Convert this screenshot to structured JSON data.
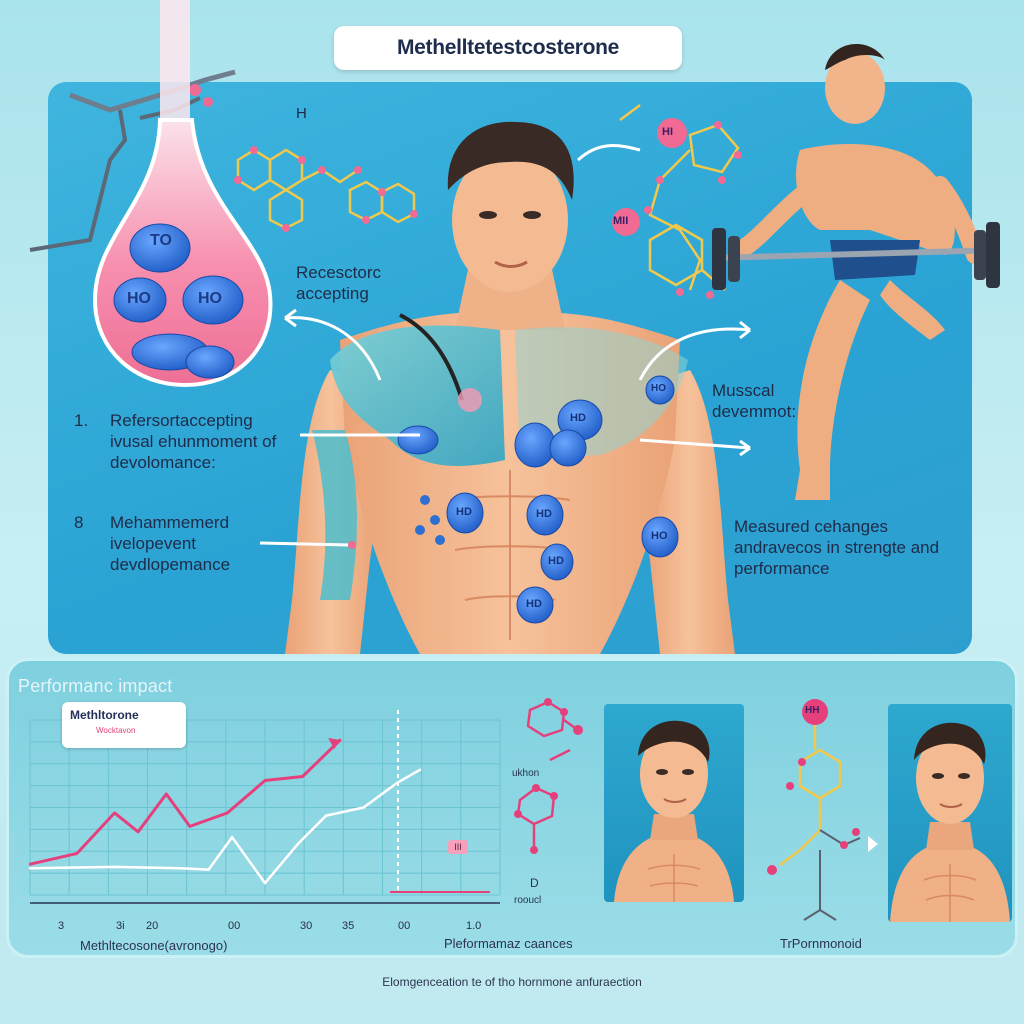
{
  "title": "Methelltetestcosterone",
  "upper": {
    "h_label": "H",
    "bag_pills": [
      "TO",
      "HO",
      "HO"
    ],
    "receptor_label": "Recesctorc accepting",
    "item1_number": "1.",
    "item1_text": "Refersortaccepting ivusal ehunmoment of devolomance:",
    "item2_number": "8",
    "item2_text": "Mehammemerd ivelopevent devdlopemance",
    "muscle_label": "Musscal devemmot:",
    "changes_text": "Measured cehanges andravecos in strengte and performance",
    "molecule_right_labels": [
      "HI",
      "MII"
    ],
    "body_pills": [
      "HD",
      "HD",
      "HD",
      "HD",
      "HD",
      "HO",
      "HO"
    ]
  },
  "lower": {
    "section_title": "Performanc impact",
    "legend_title": "Methltorone",
    "legend_sub": "Wocktavon",
    "x_ticks": [
      "3",
      "3i",
      "20",
      "00",
      "30",
      "35",
      "00",
      "1.0"
    ],
    "x_axis_label": "Methltecosone(avronogo)",
    "marker_label": "III",
    "mid_label_1": "ukhon",
    "mid_label_2": "D",
    "mid_label_3": "rooucl",
    "performance_label": "Pleformamaz caances",
    "right_hh": "HH",
    "right_label": "TrPornmonoid",
    "footer": "Elomgenceation te of tho hornmone anfuraection"
  },
  "chart_data": {
    "type": "line",
    "title": "Performanc impact",
    "xlabel": "Methltecosone(avronogo)",
    "x_ticks": [
      "3",
      "3i",
      "20",
      "00",
      "30",
      "35",
      "00",
      "1.0"
    ],
    "series": [
      {
        "name": "Methltorone",
        "color": "#e6407c",
        "points": [
          [
            0.0,
            0.08
          ],
          [
            0.1,
            0.16
          ],
          [
            0.18,
            0.46
          ],
          [
            0.23,
            0.32
          ],
          [
            0.29,
            0.6
          ],
          [
            0.34,
            0.36
          ],
          [
            0.42,
            0.46
          ],
          [
            0.5,
            0.7
          ],
          [
            0.58,
            0.73
          ],
          [
            0.66,
            1.0
          ]
        ]
      },
      {
        "name": "",
        "color": "#ffffff",
        "points": [
          [
            0.0,
            0.05
          ],
          [
            0.18,
            0.06
          ],
          [
            0.32,
            0.05
          ],
          [
            0.38,
            0.04
          ],
          [
            0.43,
            0.28
          ],
          [
            0.5,
            -0.06
          ],
          [
            0.57,
            0.23
          ],
          [
            0.63,
            0.44
          ],
          [
            0.71,
            0.5
          ],
          [
            0.78,
            0.68
          ],
          [
            0.83,
            0.78
          ]
        ]
      }
    ]
  },
  "colors": {
    "panel": "#2aa3d4",
    "skin": "#f2b48a",
    "muscle": "#4cb8c8",
    "pill": "#2e6fd1",
    "pink": "#e6407c",
    "bag": "#f592ad"
  }
}
